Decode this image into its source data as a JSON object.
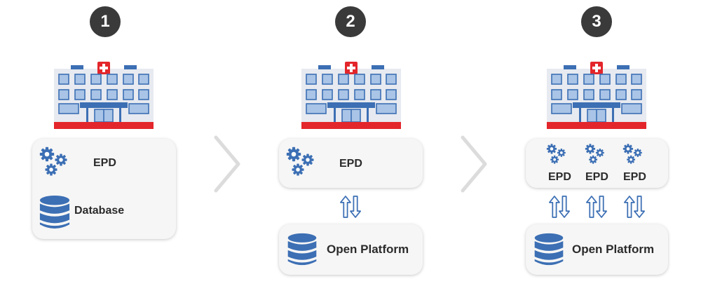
{
  "steps": [
    {
      "number": "1",
      "epd_labels": [
        "EPD"
      ],
      "storage_label": "Database"
    },
    {
      "number": "2",
      "epd_labels": [
        "EPD"
      ],
      "storage_label": "Open Platform"
    },
    {
      "number": "3",
      "epd_labels": [
        "EPD",
        "EPD",
        "EPD"
      ],
      "storage_label": "Open Platform"
    }
  ],
  "icons": {
    "building": "hospital-building-icon",
    "gears": "gears-icon",
    "storage": "database-icon",
    "exchange": "bidirectional-arrows-icon",
    "next": "chevron-right-icon"
  },
  "colors": {
    "badge": "#3a3a3a",
    "accent_blue": "#3c6fb4",
    "red": "#e3262b",
    "panel_bg": "#f6f6f6",
    "chevron": "#dcdcdc"
  }
}
